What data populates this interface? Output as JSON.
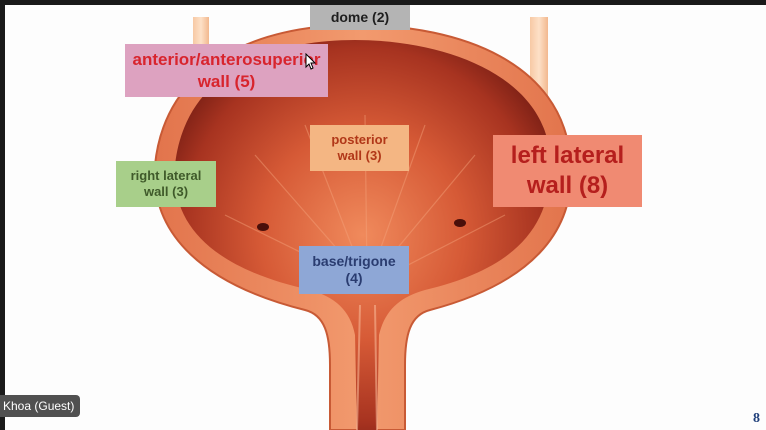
{
  "labels": {
    "dome": "dome (2)",
    "anterior_line1": "anterior/anterosuperior",
    "anterior_line2": "wall (5)",
    "posterior_line1": "posterior",
    "posterior_line2": "wall (3)",
    "right_lateral_line1": "right lateral",
    "right_lateral_line2": "wall (3)",
    "left_lateral_line1": "left lateral",
    "left_lateral_line2": "wall (8)",
    "base_line1": "base/trigone",
    "base_line2": "(4)"
  },
  "participant": "Khoa (Guest)",
  "page_number": "8",
  "colors": {
    "dome": "#b4b4b4",
    "anterior": "#dda2c0",
    "posterior": "#f4b683",
    "right_lateral": "#a8cf8a",
    "left_lateral": "#f08a72",
    "base": "#8ea7d6"
  }
}
